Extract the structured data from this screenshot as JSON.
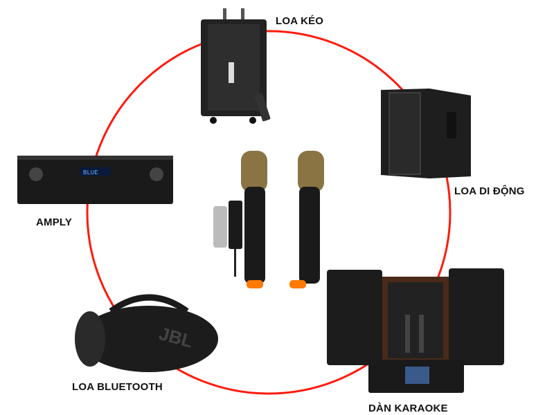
{
  "labels": {
    "trolley_speaker": "LOA KÉO",
    "portable_speaker": "LOA DI ĐỘNG",
    "karaoke_system": "DÀN KARAOKE",
    "bluetooth_speaker": "LOA BLUETOOTH",
    "amplifier": "AMPLY"
  },
  "colors": {
    "ring": "#ff1a0d",
    "device": "#1c1c1c",
    "mic_gold": "#8a7444",
    "mic_tip": "#ff7a00"
  }
}
